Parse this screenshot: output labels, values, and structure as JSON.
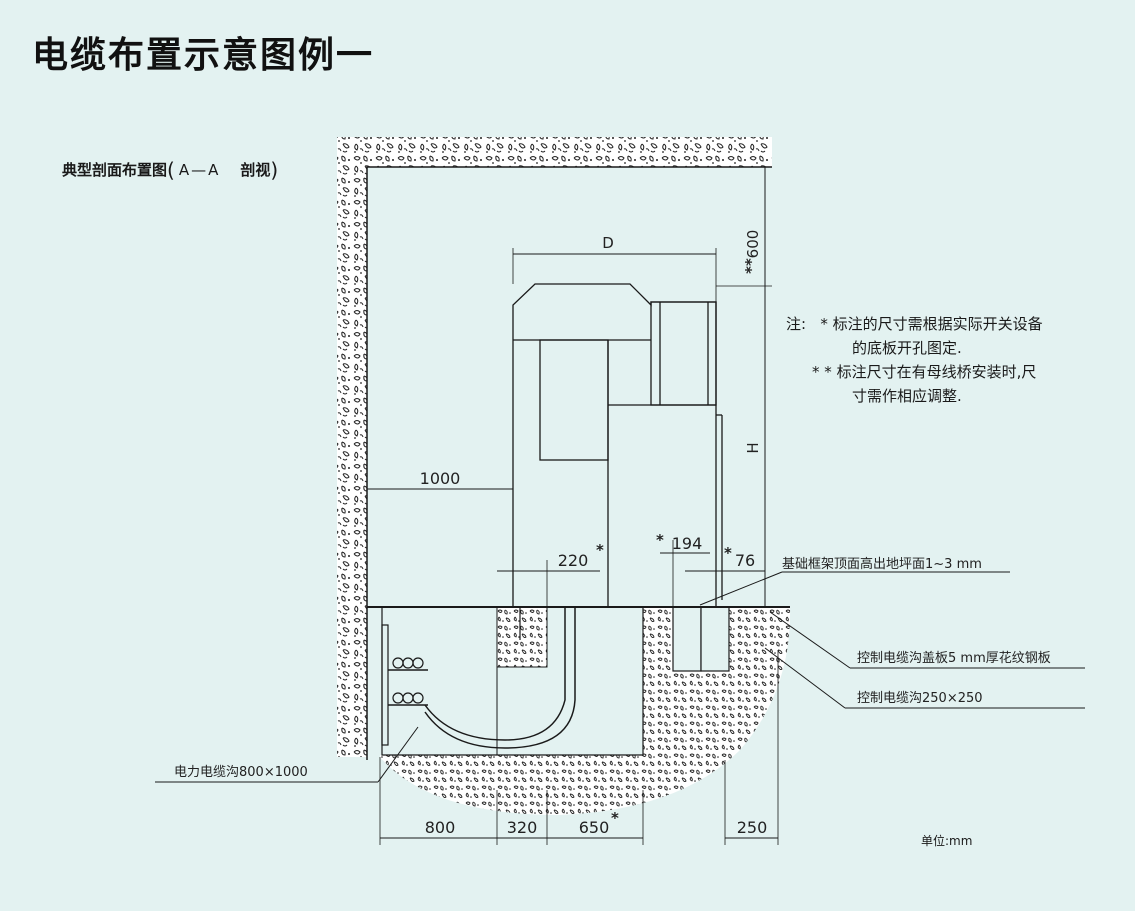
{
  "title": "电缆布置示意图例一",
  "section": {
    "name": "典型剖面布置图",
    "paren_open": "(",
    "view_code": "A—A",
    "view_label": "剖视",
    "paren_close": ")"
  },
  "notes": {
    "prefix": "注:",
    "note1_mark": "*",
    "note1_line1": "标注的尺寸需根据实际开关设备",
    "note1_line2": "的底板开孔图定.",
    "note2_mark": "* *",
    "note2_line1": "标注尺寸在有母线桥安装时,尺",
    "note2_line2": "寸需作相应调整."
  },
  "dimensions": {
    "d": "D",
    "h": "H",
    "top_gap": "600",
    "top_gap_mark": "**",
    "aisle": "1000",
    "offset_220": "220",
    "offset_194": "194",
    "offset_76": "76",
    "bottom_800": "800",
    "bottom_320": "320",
    "bottom_650": "650",
    "bottom_250": "250",
    "star": "*"
  },
  "callouts": {
    "foundation": "基础框架顶面高出地坪面1~3 mm",
    "cover_plate": "控制电缆沟盖板5 mm厚花纹钢板",
    "control_trench": "控制电缆沟250×250",
    "power_trench": "电力电缆沟800×1000"
  },
  "unit": "单位:mm",
  "colors": {
    "background": "#e3f2f1",
    "line": "#1a1a1a",
    "hatch_fill": "#ffffff"
  }
}
